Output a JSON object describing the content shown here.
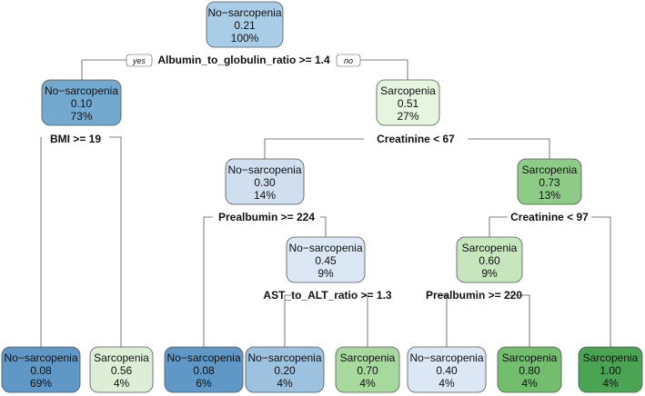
{
  "branch_tags": {
    "yes": "yes",
    "no": "no"
  },
  "splits": {
    "root": "Albumin_to_globulin_ratio >= 1.4",
    "n2": "BMI >= 19",
    "n3": "Creatinine < 67",
    "n6": "Prealbumin >= 224",
    "n7": "Creatinine < 97",
    "n13": "AST_to_ALT_ratio >= 1.3",
    "n14": "Prealbumin >= 220"
  },
  "nodes": {
    "root": {
      "label": "No−sarcopenia",
      "prob": "0.21",
      "pct": "100%",
      "fill": "#a9cde6"
    },
    "n2": {
      "label": "No−sarcopenia",
      "prob": "0.10",
      "pct": "73%",
      "fill": "#74a9cf"
    },
    "n3": {
      "label": "Sarcopenia",
      "prob": "0.51",
      "pct": "27%",
      "fill": "#e5f5e0"
    },
    "n4": {
      "label": "No−sarcopenia",
      "prob": "0.08",
      "pct": "69%",
      "fill": "#5f98c6"
    },
    "n5": {
      "label": "Sarcopenia",
      "prob": "0.56",
      "pct": "4%",
      "fill": "#dcefd6"
    },
    "n6": {
      "label": "No−sarcopenia",
      "prob": "0.30",
      "pct": "14%",
      "fill": "#cfdff0"
    },
    "n7": {
      "label": "Sarcopenia",
      "prob": "0.73",
      "pct": "13%",
      "fill": "#8dcb86"
    },
    "n12": {
      "label": "No−sarcopenia",
      "prob": "0.08",
      "pct": "6%",
      "fill": "#5f98c6"
    },
    "n13": {
      "label": "No−sarcopenia",
      "prob": "0.45",
      "pct": "9%",
      "fill": "#dbe7f4"
    },
    "n14": {
      "label": "Sarcopenia",
      "prob": "0.60",
      "pct": "9%",
      "fill": "#c7e6bd"
    },
    "n15": {
      "label": "Sarcopenia",
      "prob": "1.00",
      "pct": "4%",
      "fill": "#4aa453"
    },
    "n26": {
      "label": "No−sarcopenia",
      "prob": "0.20",
      "pct": "4%",
      "fill": "#9cc2e0"
    },
    "n27": {
      "label": "Sarcopenia",
      "prob": "0.70",
      "pct": "4%",
      "fill": "#a7d89e"
    },
    "n28": {
      "label": "No−sarcopenia",
      "prob": "0.40",
      "pct": "4%",
      "fill": "#dbe7f4"
    },
    "n29": {
      "label": "Sarcopenia",
      "prob": "0.80",
      "pct": "4%",
      "fill": "#73bd6e"
    }
  }
}
